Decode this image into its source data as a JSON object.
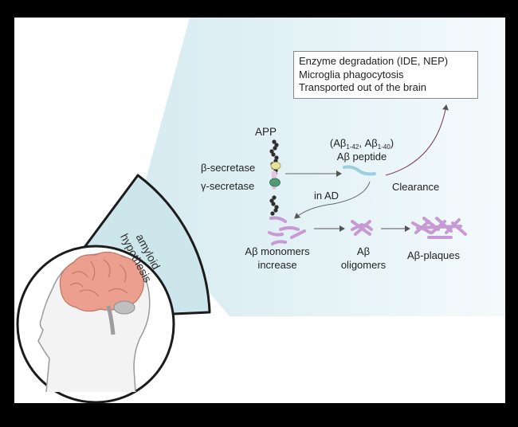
{
  "hypothesis_label": "amyloid hypothesis",
  "app_label": "APP",
  "beta_secretase_label": "β-secretase",
  "gamma_secretase_label": "γ-secretase",
  "peptide_variants": {
    "open": "(Aβ",
    "sub1": "1-42",
    "mid": ", Aβ",
    "sub2": "1-40",
    "close": ")"
  },
  "peptide_label": "Aβ peptide",
  "clearance_label": "Clearance",
  "in_ad_label": "in AD",
  "clearance_routes": [
    "Enzyme degradation (IDE, NEP)",
    "Microglia phagocytosis",
    "Transported out of the brain"
  ],
  "stages": [
    {
      "line1": "Aβ monomers",
      "line2": "increase"
    },
    {
      "line1": "Aβ",
      "line2": "oligomers"
    },
    {
      "line1": "Aβ-plaques",
      "line2": ""
    }
  ],
  "colors": {
    "background_outer": "#000000",
    "panel": "#ffffff",
    "wedge_fill": "#cde6ec",
    "wedge_stroke": "#1c1c1c",
    "beam": "#e4f2f5",
    "beta_secretase": "#e8e29a",
    "gamma_secretase": "#4f9a72",
    "peptide": "#9ccfe0",
    "amyloid": "#c79ad4",
    "brain": "#ec9f8e",
    "arrow": "#555555"
  }
}
